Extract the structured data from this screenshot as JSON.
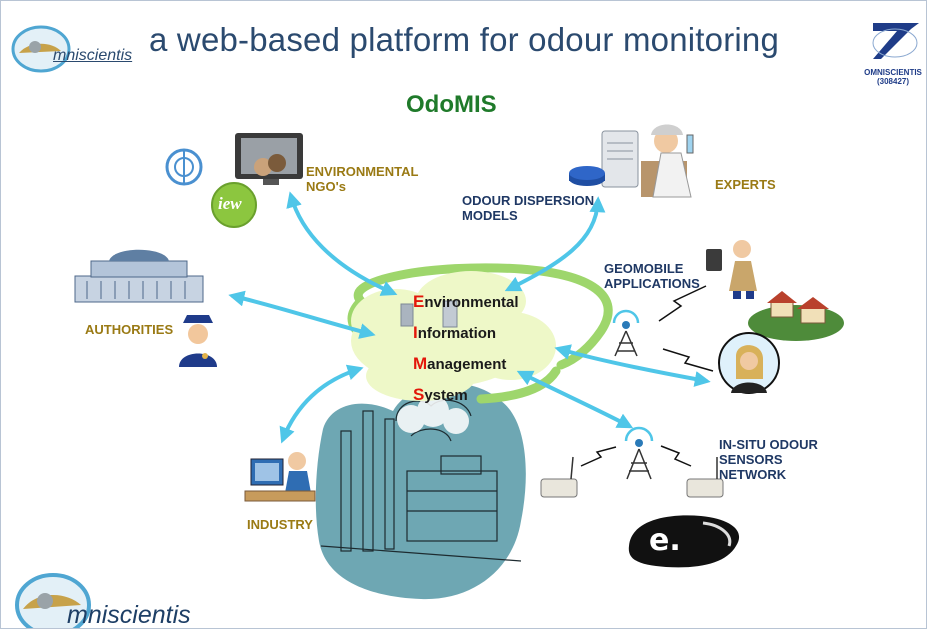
{
  "header": {
    "title": "a web-based platform for odour monitoring",
    "subtitle": "OdoMIS",
    "logo_text": "mniscientis",
    "bottom_logo_text": "mniscientis",
    "fp7_badge": {
      "name": "OMNISCIENTIS",
      "code": "(308427)"
    }
  },
  "center": {
    "lines": [
      {
        "cap": "E",
        "rest": "nvironmental"
      },
      {
        "cap": "I",
        "rest": "nformation"
      },
      {
        "cap": "M",
        "rest": "anagement"
      },
      {
        "cap": "S",
        "rest": "ystem"
      }
    ]
  },
  "stakeholders": {
    "ngos": {
      "line1": "ENVIRONMENTAL",
      "line2": "NGO's",
      "badge": "iew"
    },
    "dispersion": {
      "line1": "ODOUR DISPERSION",
      "line2": "MODELS"
    },
    "experts": {
      "label": "EXPERTS"
    },
    "geomobile": {
      "line1": "GEOMOBILE",
      "line2": "APPLICATIONS"
    },
    "authorities": {
      "label": "AUTHORITIES"
    },
    "industry": {
      "label": "INDUSTRY"
    },
    "sensors": {
      "line1": "IN-SITU ODOUR",
      "line2": "SENSORS",
      "line3": "NETWORK"
    },
    "enose": {
      "label": "e."
    }
  },
  "colors": {
    "arrow": "#4fc6e8",
    "ring": "#9ed66c",
    "cloud": "#eef8c8",
    "factory": "#6ea7b3",
    "olive_label": "#9a7a14",
    "navy_label": "#1f3864",
    "title": "#2b4a6f",
    "subtitle": "#1f7a2a",
    "accent_red": "#e3170a"
  }
}
